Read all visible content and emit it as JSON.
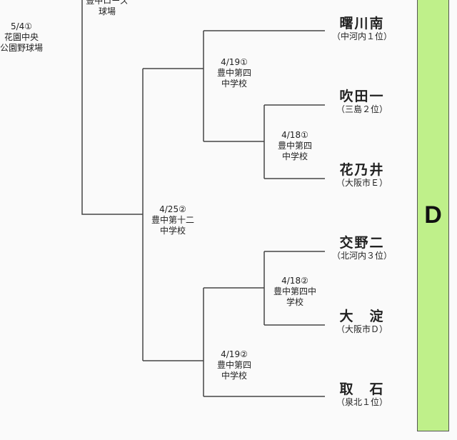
{
  "block_label": "D",
  "block_color": "#bff08a",
  "final": {
    "date": "",
    "venue_lines": [
      "豊中ローズ",
      "球場"
    ]
  },
  "semifinal_label": {
    "date": "5/4①",
    "venue_lines": [
      "花園中央",
      "公園野球場"
    ]
  },
  "matches": [
    {
      "id": "m419_1",
      "date": "4/19①",
      "venue_lines": [
        "豊中第四",
        "中学校"
      ]
    },
    {
      "id": "m418_1",
      "date": "4/18①",
      "venue_lines": [
        "豊中第四",
        "中学校"
      ]
    },
    {
      "id": "m425_2",
      "date": "4/25②",
      "venue_lines": [
        "豊中第十二",
        "中学校"
      ]
    },
    {
      "id": "m418_2",
      "date": "4/18②",
      "venue_lines": [
        "豊中第四中",
        "学校"
      ]
    },
    {
      "id": "m419_2",
      "date": "4/19②",
      "venue_lines": [
        "豊中第四",
        "中学校"
      ]
    }
  ],
  "teams": [
    {
      "name": "曙川南",
      "seed": "（中河内１位）"
    },
    {
      "name": "吹田一",
      "seed": "（三島２位）"
    },
    {
      "name": "花乃井",
      "seed": "（大阪市Ｅ）"
    },
    {
      "name": "交野二",
      "seed": "（北河内３位）"
    },
    {
      "name": "大　淀",
      "seed": "（大阪市Ｄ）"
    },
    {
      "name": "取　石",
      "seed": "（泉北１位）"
    }
  ]
}
